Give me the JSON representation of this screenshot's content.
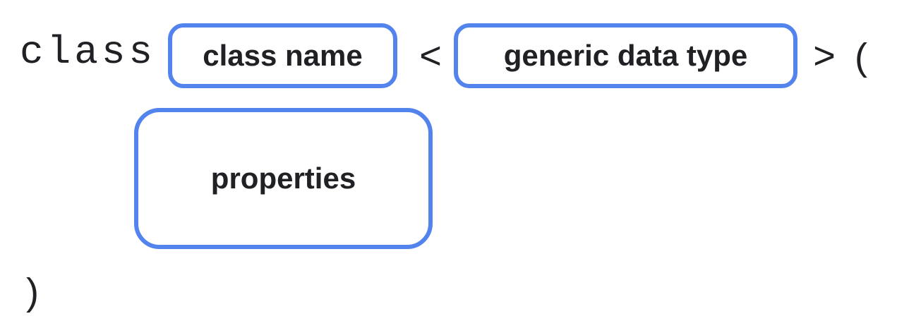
{
  "colors": {
    "accent_blue": "#5383EC",
    "text": "#202124",
    "background": "#FFFFFF"
  },
  "syntax_diagram": {
    "keyword": "class",
    "class_name": {
      "label": "class name"
    },
    "lt_symbol": "<",
    "generic_type": {
      "label": "generic data type"
    },
    "gt_symbol": ">",
    "open_paren": "(",
    "properties": {
      "label": "properties"
    },
    "close_paren": ")"
  }
}
